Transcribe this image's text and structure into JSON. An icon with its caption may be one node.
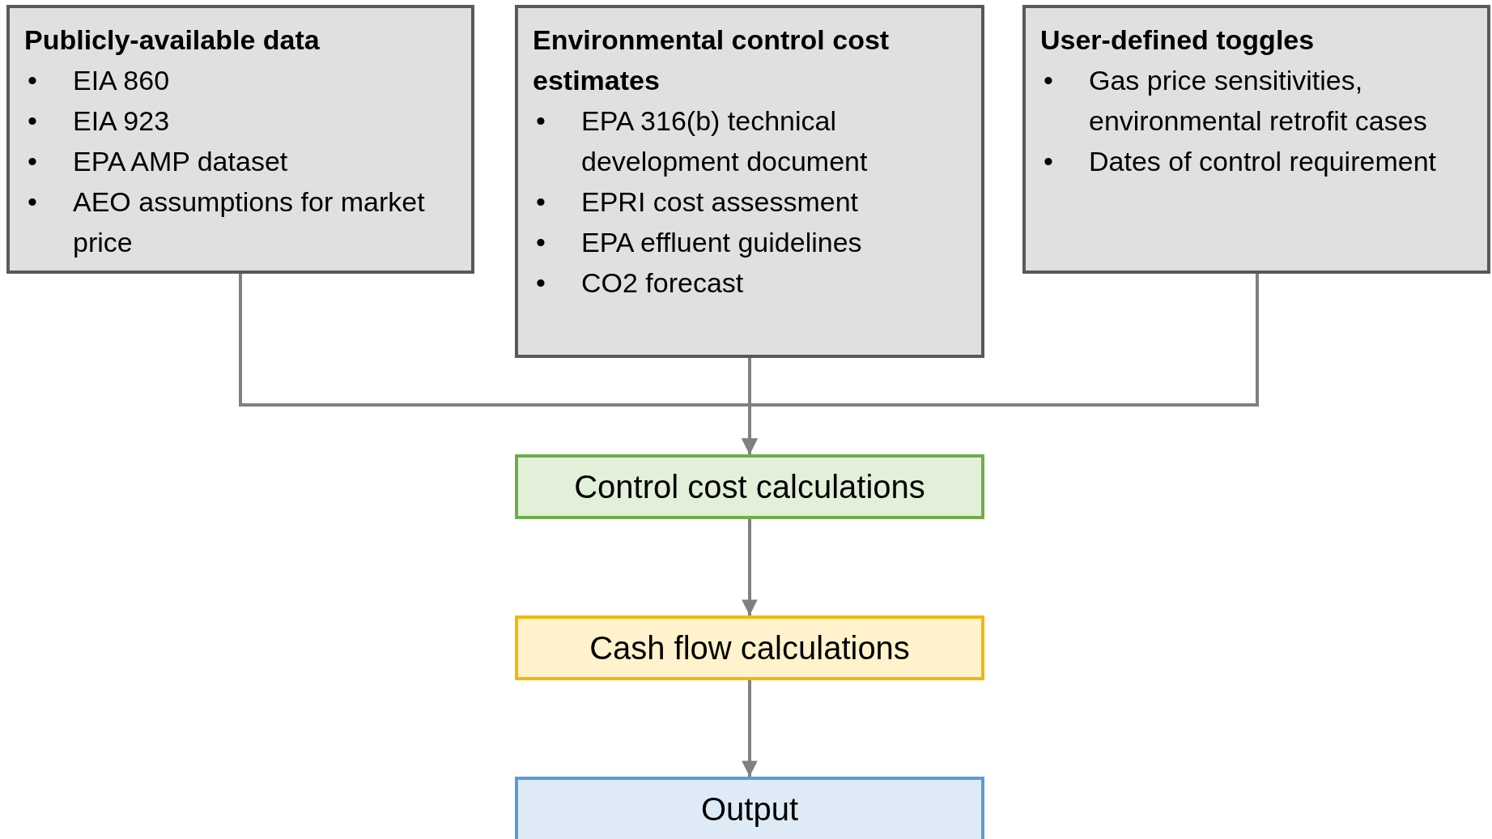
{
  "diagram": {
    "nodes": [
      {
        "text": [
          "Publicly-available data",
          "EIA 860",
          "EIA 923",
          "EPA  AMP dataset",
          "AEO assumptions for market price"
        ]
      },
      {
        "text": [
          "Environmental control cost estimates",
          "EPA 316(b) technical development document",
          "EPRI cost assessment",
          "EPA effluent guidelines",
          "CO2 forecast"
        ]
      },
      {
        "text": [
          "User-defined toggles",
          "Gas price sensitivities, environmental retrofit cases",
          "Dates of control requirement"
        ]
      },
      {
        "text": [
          "Control cost calculations"
        ]
      },
      {
        "text": [
          "Cash flow calculations"
        ]
      },
      {
        "text": [
          "Output"
        ]
      }
    ],
    "edges": [
      {
        "from": 0,
        "to": 3,
        "arrow": "to"
      },
      {
        "from": 1,
        "to": 3,
        "arrow": "to"
      },
      {
        "from": 2,
        "to": 3,
        "arrow": "to"
      },
      {
        "from": 3,
        "to": 4,
        "arrow": "to"
      },
      {
        "from": 4,
        "to": 5,
        "arrow": "to"
      }
    ],
    "labels": [
      "•",
      "•",
      "•",
      "•",
      "•",
      "•",
      "•",
      "•",
      "•",
      "•"
    ]
  }
}
